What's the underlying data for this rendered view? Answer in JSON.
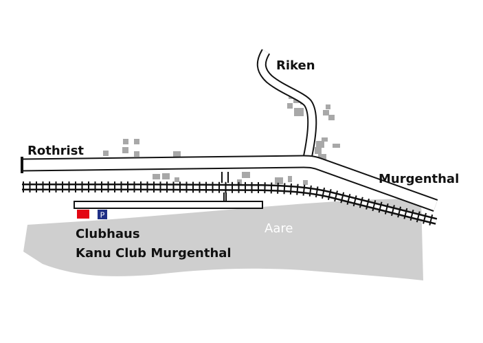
{
  "map": {
    "labels": {
      "riken": "Riken",
      "rothrist": "Rothrist",
      "murgenthal": "Murgenthal",
      "river": "Aare",
      "clubhaus": "Clubhaus",
      "club_name": "Kanu Club Murgenthal"
    },
    "parking_symbol": "P",
    "colors": {
      "river": "#cfcfcf",
      "buildings": "#a8a8a8",
      "clubhouse_marker": "#e30613",
      "parking_marker": "#1f2f86",
      "road_fill": "#ffffff",
      "road_outline": "#111111",
      "text": "#111111"
    },
    "icons": {
      "clubhouse": "clubhouse-marker-icon",
      "parking": "parking-icon"
    }
  }
}
